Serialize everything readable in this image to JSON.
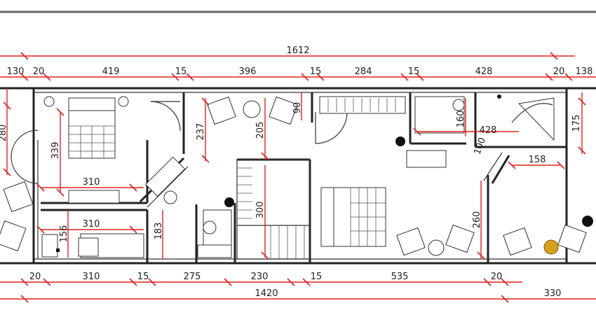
{
  "plan": {
    "overall_top": "1612",
    "overall_bottom": "1420",
    "right_bottom": "330",
    "top_row": [
      "130",
      "20",
      "419",
      "15",
      "396",
      "15",
      "284",
      "15",
      "428",
      "20",
      "138"
    ],
    "bottom_row": [
      "20",
      "310",
      "15",
      "275",
      "230",
      "15",
      "535",
      "20"
    ],
    "vertical": {
      "left_outer": "280",
      "bed1_height": "339",
      "room_width_1": "310",
      "room_width_2": "310",
      "bath_height": "156",
      "corridor": "237",
      "corridor_lower": "183",
      "living_height": "205",
      "stair": "300",
      "wardrobe": "90",
      "bath2": "160",
      "bath3_width": "428",
      "right_outer": "175",
      "wall_diag": "100",
      "tub": "158",
      "right_room": "260"
    }
  }
}
